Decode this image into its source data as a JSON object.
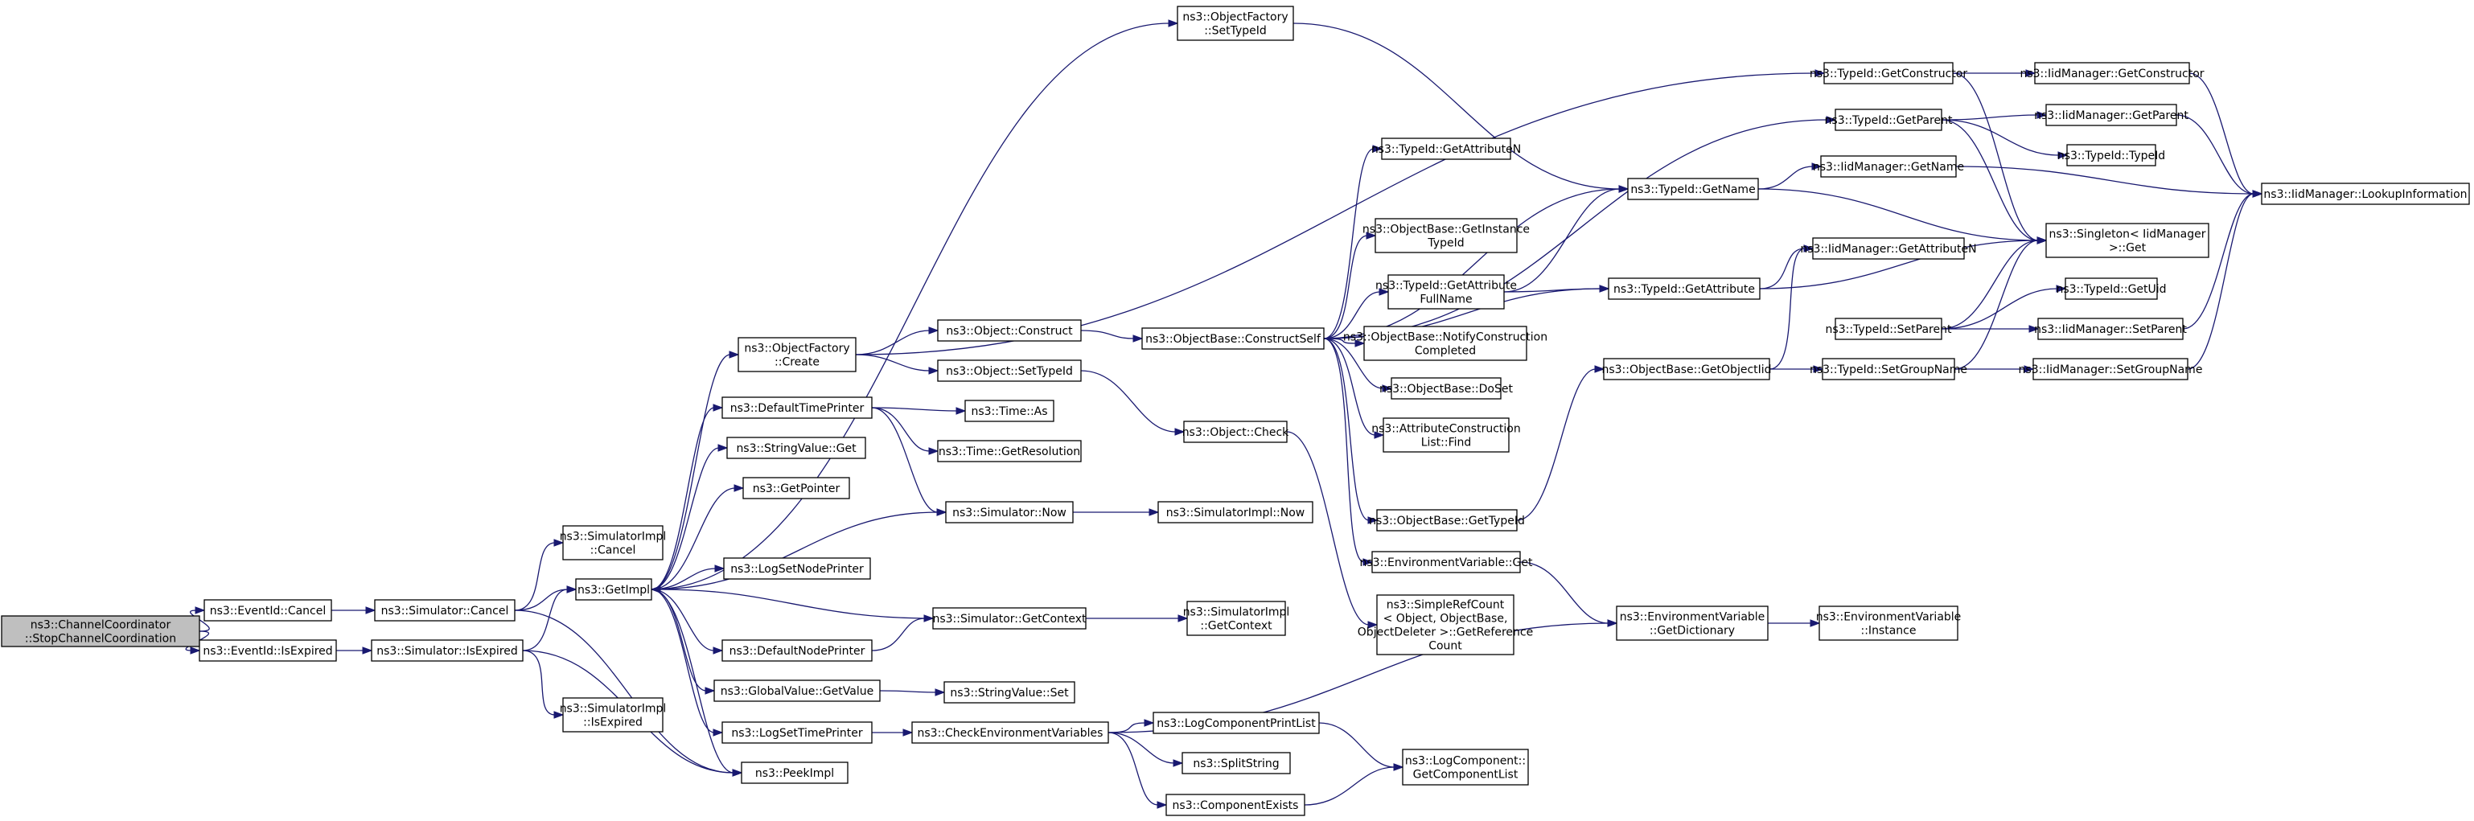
{
  "nodes": [
    {
      "id": "root",
      "lines": [
        "ns3::ChannelCoordinator",
        "::StopChannelCoordination"
      ],
      "root": true
    },
    {
      "id": "evCancel",
      "lines": [
        "ns3::EventId::Cancel"
      ]
    },
    {
      "id": "evIsExp",
      "lines": [
        "ns3::EventId::IsExpired"
      ]
    },
    {
      "id": "simCancel",
      "lines": [
        "ns3::Simulator::Cancel"
      ]
    },
    {
      "id": "simIsExp",
      "lines": [
        "ns3::Simulator::IsExpired"
      ]
    },
    {
      "id": "simImplCancel",
      "lines": [
        "ns3::SimulatorImpl",
        "::Cancel"
      ]
    },
    {
      "id": "getImpl",
      "lines": [
        "ns3::GetImpl"
      ]
    },
    {
      "id": "simImplIsExp",
      "lines": [
        "ns3::SimulatorImpl",
        "::IsExpired"
      ]
    },
    {
      "id": "peekImpl",
      "lines": [
        "ns3::PeekImpl"
      ]
    },
    {
      "id": "ofCreate",
      "lines": [
        "ns3::ObjectFactory",
        "::Create"
      ]
    },
    {
      "id": "defTimePrinter",
      "lines": [
        "ns3::DefaultTimePrinter"
      ]
    },
    {
      "id": "strGet",
      "lines": [
        "ns3::StringValue::Get"
      ]
    },
    {
      "id": "getPointer",
      "lines": [
        "ns3::GetPointer"
      ]
    },
    {
      "id": "logSetNode",
      "lines": [
        "ns3::LogSetNodePrinter"
      ]
    },
    {
      "id": "defNodePrinter",
      "lines": [
        "ns3::DefaultNodePrinter"
      ]
    },
    {
      "id": "gvGetValue",
      "lines": [
        "ns3::GlobalValue::GetValue"
      ]
    },
    {
      "id": "logSetTime",
      "lines": [
        "ns3::LogSetTimePrinter"
      ]
    },
    {
      "id": "ofSetTypeId",
      "lines": [
        "ns3::ObjectFactory",
        "::SetTypeId"
      ]
    },
    {
      "id": "objConstruct",
      "lines": [
        "ns3::Object::Construct"
      ]
    },
    {
      "id": "objSetTypeId",
      "lines": [
        "ns3::Object::SetTypeId"
      ]
    },
    {
      "id": "timeAs",
      "lines": [
        "ns3::Time::As"
      ]
    },
    {
      "id": "timeGetRes",
      "lines": [
        "ns3::Time::GetResolution"
      ]
    },
    {
      "id": "simNow",
      "lines": [
        "ns3::Simulator::Now"
      ]
    },
    {
      "id": "simGetContext",
      "lines": [
        "ns3::Simulator::GetContext"
      ]
    },
    {
      "id": "strSet",
      "lines": [
        "ns3::StringValue::Set"
      ]
    },
    {
      "id": "checkEnv",
      "lines": [
        "ns3::CheckEnvironmentVariables"
      ]
    },
    {
      "id": "objCheck",
      "lines": [
        "ns3::Object::Check"
      ]
    },
    {
      "id": "simImplNow",
      "lines": [
        "ns3::SimulatorImpl::Now"
      ]
    },
    {
      "id": "simImplGetCtx",
      "lines": [
        "ns3::SimulatorImpl",
        "::GetContext"
      ]
    },
    {
      "id": "logCompPrint",
      "lines": [
        "ns3::LogComponentPrintList"
      ]
    },
    {
      "id": "splitString",
      "lines": [
        "ns3::SplitString"
      ]
    },
    {
      "id": "compExists",
      "lines": [
        "ns3::ComponentExists"
      ]
    },
    {
      "id": "obConstructSelf",
      "lines": [
        "ns3::ObjectBase::ConstructSelf"
      ]
    },
    {
      "id": "simpleRef",
      "lines": [
        "ns3::SimpleRefCount",
        "< Object, ObjectBase,",
        "ObjectDeleter >::GetReference",
        "Count"
      ]
    },
    {
      "id": "tidGetAttrN",
      "lines": [
        "ns3::TypeId::GetAttributeN"
      ]
    },
    {
      "id": "obGetInstance",
      "lines": [
        "ns3::ObjectBase::GetInstance",
        "TypeId"
      ]
    },
    {
      "id": "tidGetAttrFull",
      "lines": [
        "ns3::TypeId::GetAttribute",
        "FullName"
      ]
    },
    {
      "id": "obNotify",
      "lines": [
        "ns3::ObjectBase::NotifyConstruction",
        "Completed"
      ]
    },
    {
      "id": "obDoSet",
      "lines": [
        "ns3::ObjectBase::DoSet"
      ]
    },
    {
      "id": "attrFind",
      "lines": [
        "ns3::AttributeConstruction",
        "List::Find"
      ]
    },
    {
      "id": "obGetTypeId",
      "lines": [
        "ns3::ObjectBase::GetTypeId"
      ]
    },
    {
      "id": "envGet",
      "lines": [
        "ns3::EnvironmentVariable::Get"
      ]
    },
    {
      "id": "logGetCompList",
      "lines": [
        "ns3::LogComponent::",
        "GetComponentList"
      ]
    },
    {
      "id": "tidGetConstructor",
      "lines": [
        "ns3::TypeId::GetConstructor"
      ]
    },
    {
      "id": "tidGetParent",
      "lines": [
        "ns3::TypeId::GetParent"
      ]
    },
    {
      "id": "tidGetName",
      "lines": [
        "ns3::TypeId::GetName"
      ]
    },
    {
      "id": "tidGetAttr",
      "lines": [
        "ns3::TypeId::GetAttribute"
      ]
    },
    {
      "id": "obGetObjectIid",
      "lines": [
        "ns3::ObjectBase::GetObjectIid"
      ]
    },
    {
      "id": "envGetDict",
      "lines": [
        "ns3::EnvironmentVariable",
        "::GetDictionary"
      ]
    },
    {
      "id": "iidGetConstructor",
      "lines": [
        "ns3::IidManager::GetConstructor"
      ]
    },
    {
      "id": "iidGetParent",
      "lines": [
        "ns3::IidManager::GetParent"
      ]
    },
    {
      "id": "tidTypeId",
      "lines": [
        "ns3::TypeId::TypeId"
      ]
    },
    {
      "id": "iidGetName",
      "lines": [
        "ns3::IidManager::GetName"
      ]
    },
    {
      "id": "iidGetAttrN",
      "lines": [
        "ns3::IidManager::GetAttributeN"
      ]
    },
    {
      "id": "singletonGet",
      "lines": [
        "ns3::Singleton< IidManager",
        ">::Get"
      ]
    },
    {
      "id": "tidSetParent",
      "lines": [
        "ns3::TypeId::SetParent"
      ]
    },
    {
      "id": "tidSetGroup",
      "lines": [
        "ns3::TypeId::SetGroupName"
      ]
    },
    {
      "id": "envInstance",
      "lines": [
        "ns3::EnvironmentVariable",
        "::Instance"
      ]
    },
    {
      "id": "tidGetUid",
      "lines": [
        "ns3::TypeId::GetUid"
      ]
    },
    {
      "id": "iidSetParent",
      "lines": [
        "ns3::IidManager::SetParent"
      ]
    },
    {
      "id": "iidSetGroup",
      "lines": [
        "ns3::IidManager::SetGroupName"
      ]
    },
    {
      "id": "iidLookup",
      "lines": [
        "ns3::IidManager::LookupInformation"
      ]
    }
  ],
  "edges": [
    [
      "root",
      "evCancel"
    ],
    [
      "root",
      "evIsExp"
    ],
    [
      "evCancel",
      "simCancel"
    ],
    [
      "evIsExp",
      "simIsExp"
    ],
    [
      "simCancel",
      "simImplCancel"
    ],
    [
      "simCancel",
      "getImpl"
    ],
    [
      "simCancel",
      "peekImpl"
    ],
    [
      "simIsExp",
      "getImpl"
    ],
    [
      "simIsExp",
      "simImplIsExp"
    ],
    [
      "simIsExp",
      "peekImpl"
    ],
    [
      "getImpl",
      "ofCreate"
    ],
    [
      "getImpl",
      "ofSetTypeId"
    ],
    [
      "getImpl",
      "defTimePrinter"
    ],
    [
      "getImpl",
      "strGet"
    ],
    [
      "getImpl",
      "getPointer"
    ],
    [
      "getImpl",
      "simNow"
    ],
    [
      "getImpl",
      "logSetNode"
    ],
    [
      "getImpl",
      "defNodePrinter"
    ],
    [
      "getImpl",
      "gvGetValue"
    ],
    [
      "getImpl",
      "logSetTime"
    ],
    [
      "getImpl",
      "peekImpl"
    ],
    [
      "ofCreate",
      "tidGetConstructor"
    ],
    [
      "ofCreate",
      "objConstruct"
    ],
    [
      "ofCreate",
      "objSetTypeId"
    ],
    [
      "ofSetTypeId",
      "tidGetName"
    ],
    [
      "defTimePrinter",
      "timeAs"
    ],
    [
      "defTimePrinter",
      "timeGetRes"
    ],
    [
      "defTimePrinter",
      "simNow"
    ],
    [
      "simNow",
      "simImplNow"
    ],
    [
      "defNodePrinter",
      "simGetContext"
    ],
    [
      "simGetContext",
      "getImpl"
    ],
    [
      "simGetContext",
      "simImplGetCtx"
    ],
    [
      "gvGetValue",
      "strSet"
    ],
    [
      "logSetTime",
      "checkEnv"
    ],
    [
      "checkEnv",
      "envGetDict"
    ],
    [
      "checkEnv",
      "logCompPrint"
    ],
    [
      "checkEnv",
      "splitString"
    ],
    [
      "checkEnv",
      "compExists"
    ],
    [
      "logCompPrint",
      "logGetCompList"
    ],
    [
      "compExists",
      "logGetCompList"
    ],
    [
      "objConstruct",
      "obConstructSelf"
    ],
    [
      "objSetTypeId",
      "objCheck"
    ],
    [
      "objCheck",
      "simpleRef"
    ],
    [
      "obConstructSelf",
      "tidGetParent"
    ],
    [
      "obConstructSelf",
      "tidGetAttrN"
    ],
    [
      "obConstructSelf",
      "tidGetName"
    ],
    [
      "obConstructSelf",
      "obGetInstance"
    ],
    [
      "obConstructSelf",
      "tidGetAttrFull"
    ],
    [
      "obConstructSelf",
      "obNotify"
    ],
    [
      "obConstructSelf",
      "obDoSet"
    ],
    [
      "obConstructSelf",
      "attrFind"
    ],
    [
      "obConstructSelf",
      "tidGetAttr"
    ],
    [
      "obConstructSelf",
      "obGetTypeId"
    ],
    [
      "obConstructSelf",
      "envGet"
    ],
    [
      "tidGetAttrFull",
      "tidGetName"
    ],
    [
      "tidGetAttrFull",
      "tidGetAttr"
    ],
    [
      "obGetTypeId",
      "obGetObjectIid"
    ],
    [
      "envGet",
      "envGetDict"
    ],
    [
      "obGetObjectIid",
      "iidGetAttrN"
    ],
    [
      "obGetObjectIid",
      "tidSetGroup"
    ],
    [
      "tidGetAttr",
      "iidGetAttrN"
    ],
    [
      "tidGetAttr",
      "singletonGet"
    ],
    [
      "envGetDict",
      "envInstance"
    ],
    [
      "tidGetConstructor",
      "iidGetConstructor"
    ],
    [
      "tidGetConstructor",
      "singletonGet"
    ],
    [
      "tidGetParent",
      "iidGetParent"
    ],
    [
      "tidGetParent",
      "tidTypeId"
    ],
    [
      "tidGetParent",
      "singletonGet"
    ],
    [
      "tidGetName",
      "iidGetName"
    ],
    [
      "tidGetName",
      "singletonGet"
    ],
    [
      "tidSetParent",
      "tidGetUid"
    ],
    [
      "tidSetParent",
      "iidSetParent"
    ],
    [
      "tidSetParent",
      "singletonGet"
    ],
    [
      "tidSetGroup",
      "iidSetGroup"
    ],
    [
      "tidSetGroup",
      "singletonGet"
    ],
    [
      "iidGetConstructor",
      "iidLookup"
    ],
    [
      "iidGetParent",
      "iidLookup"
    ],
    [
      "iidGetName",
      "iidLookup"
    ],
    [
      "iidSetParent",
      "iidLookup"
    ],
    [
      "iidSetGroup",
      "iidLookup"
    ]
  ]
}
